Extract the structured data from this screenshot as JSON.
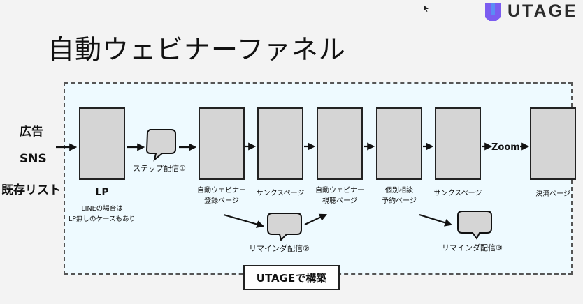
{
  "brand": {
    "name": "UTAGE"
  },
  "title": "自動ウェビナーファネル",
  "sources": [
    "広告",
    "SNS",
    "既存リスト"
  ],
  "pages": [
    {
      "label": "LP"
    },
    {
      "label": "自動ウェビナー\n登録ページ"
    },
    {
      "label": "サンクスページ"
    },
    {
      "label": "自動ウェビナー\n視聴ページ"
    },
    {
      "label": "個別相談\n予約ページ"
    },
    {
      "label": "サンクスページ"
    },
    {
      "label": "決済ページ"
    }
  ],
  "lp_note": "LINEの場合は\nLP無しのケースもあり",
  "bubbles": [
    {
      "label": "ステップ配信①"
    },
    {
      "label": "リマインダ配信②"
    },
    {
      "label": "リマインダ配信③"
    }
  ],
  "connector_label": "Zoom",
  "footer_badge": "UTAGEで構築"
}
